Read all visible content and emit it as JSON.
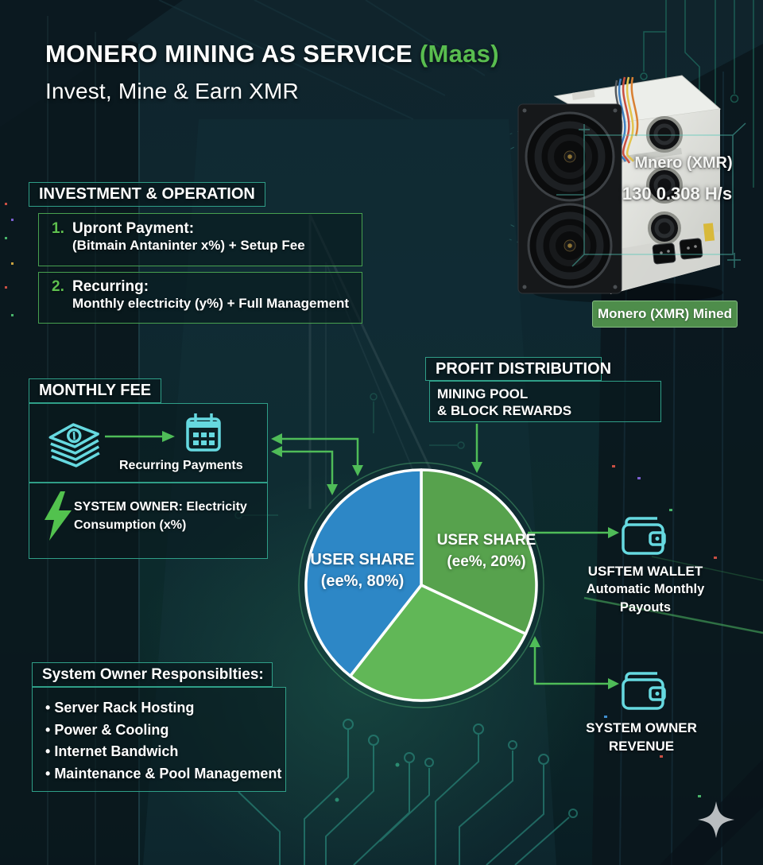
{
  "header": {
    "title_main": "MONERO MINING AS SERVICE ",
    "title_accent": "(Maas)",
    "subtitle": "Invest, Mine & Earn XMR"
  },
  "miner": {
    "overlay_line1": "Mnero (XMR)",
    "overlay_line2": "130 0.308 H/s",
    "badge": "Monero (XMR) Mined"
  },
  "investment": {
    "header": "INVESTMENT & OPERATION",
    "items": [
      {
        "num": "1.",
        "title": "Upront Payment:",
        "desc": "(Bitmain Antaninter x%) + Setup Fee"
      },
      {
        "num": "2.",
        "title": "Recurring:",
        "desc": "Monthly electricity (y%) + Full Management"
      }
    ]
  },
  "monthly_fee": {
    "header": "MONTHLY FEE",
    "recurring_label": "Recurring Payments",
    "electricity_line1": "SYSTEM OWNER: Electricity",
    "electricity_line2": "Consumption (x%)"
  },
  "profit": {
    "header": "PROFIT DISTRIBUTION",
    "sub_line1": "MINING POOL",
    "sub_line2": "& BLOCK REWARDS"
  },
  "pie": {
    "user_share_80": {
      "line1": "USER SHARE",
      "line2": "(ee%, 80%)"
    },
    "user_share_20": {
      "line1": "USER SHARE",
      "line2": "(ee%, 20%)"
    }
  },
  "wallets": {
    "user": {
      "line1": "USFTEM WALLET",
      "line2": "Automatic Monthly",
      "line3": "Payouts"
    },
    "owner": {
      "line1": "SYSTEM OWNER",
      "line2": "REVENUE"
    }
  },
  "responsibilities": {
    "header": "System Owner Responsiblties:",
    "items": [
      "Server Rack Hosting",
      "Power & Cooling",
      "Internet Bandwich",
      "Maintenance & Pool Management"
    ]
  },
  "chart_data": {
    "type": "pie",
    "title": "PROFIT DISTRIBUTION",
    "legend_position": "inside",
    "slices": [
      {
        "label": "USER SHARE (ee%, 20%)",
        "value_label": "20%",
        "color": "#57a24d",
        "approx_angle_deg": 115,
        "start_deg_from_top": 0
      },
      {
        "label": "",
        "value_label": "",
        "color": "#61b757",
        "approx_angle_deg": 103,
        "start_deg_from_top": 115
      },
      {
        "label": "USER SHARE (ee%, 80%)",
        "value_label": "80%",
        "color": "#2d87c6",
        "approx_angle_deg": 142,
        "start_deg_from_top": 218
      }
    ]
  },
  "colors": {
    "accent_green": "#59bd4f",
    "teal_border": "#2f9e87",
    "green_border": "#47a04f",
    "arrow_green": "#4fbc58",
    "cyan_icon": "#66d9e0",
    "pie_blue": "#2d87c6",
    "pie_green_dark": "#57a24d",
    "pie_green_light": "#61b757",
    "badge_green": "#4e8d4b"
  }
}
